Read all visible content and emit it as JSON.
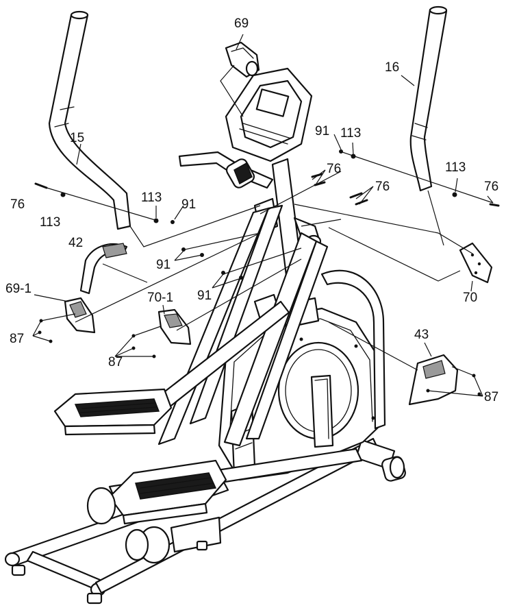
{
  "callouts": {
    "p69": "69",
    "p16": "16",
    "p15": "15",
    "p91_right": "91",
    "p113_right_top": "113",
    "p113_right_mid": "113",
    "p76_right_end": "76",
    "p76_center_upper": "76",
    "p76_center_lower": "76",
    "p76_left": "76",
    "p113_left_a": "113",
    "p113_left_b": "113",
    "p91_left_top": "91",
    "p42": "42",
    "p91_left_mid": "91",
    "p91_left_low": "91",
    "p69_1": "69-1",
    "p70_1": "70-1",
    "p70": "70",
    "p87_left": "87",
    "p87_center": "87",
    "p43": "43",
    "p87_right": "87"
  }
}
